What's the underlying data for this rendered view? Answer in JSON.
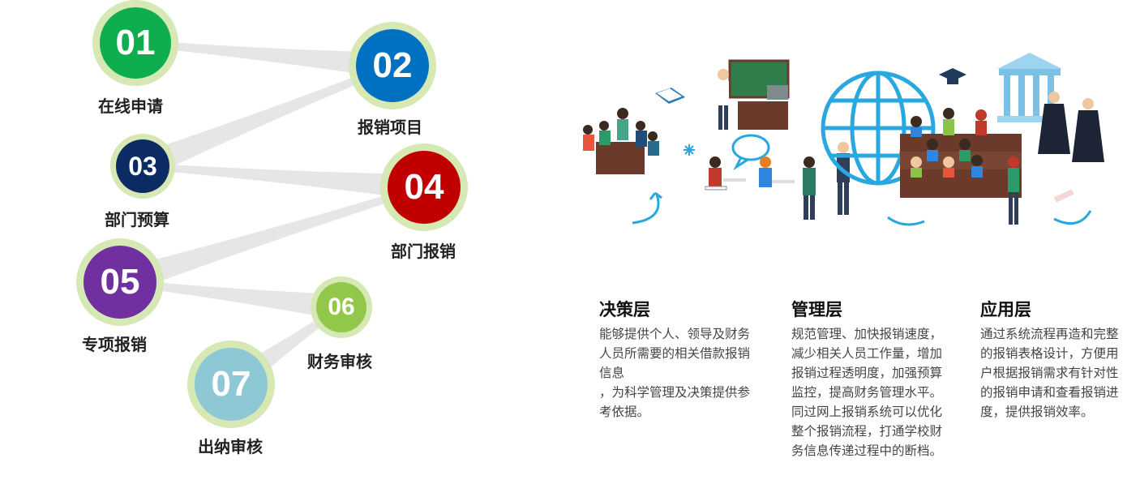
{
  "steps": [
    {
      "number": "01",
      "label": "在线申请",
      "color": "#0eae4e"
    },
    {
      "number": "02",
      "label": "报销项目",
      "color": "#0070c0"
    },
    {
      "number": "03",
      "label": "部门预算",
      "color": "#0c2a64"
    },
    {
      "number": "04",
      "label": "部门报销",
      "color": "#c00000"
    },
    {
      "number": "05",
      "label": "专项报销",
      "color": "#7030a0"
    },
    {
      "number": "06",
      "label": "财务审核",
      "color": "#92c84a"
    },
    {
      "number": "07",
      "label": "出纳审核",
      "color": "#8ec8d4"
    }
  ],
  "ring_color": "#d6e8b4",
  "connector_color": "#e6e6e6",
  "layers": [
    {
      "title": "决策层",
      "body": "能够提供个人、领导及财务人员所需要的相关借款报销信息\n，为科学管理及决策提供参考依据。"
    },
    {
      "title": "管理层",
      "body": "规范管理、加快报销速度，减少相关人员工作量，增加报销过程透明度，加强预算监控，提高财务管理水平。同过网上报销系统可以优化整个报销流程，打通学校财务信息传递过程中的断档。"
    },
    {
      "title": "应用层",
      "body": "通过系统流程再造和完整的报销表格设计，方便用户根据报销需求有针对性的报销申请和查看报销进度，提供报销效率。"
    }
  ],
  "illustration": {
    "icons": [
      "people-meeting-icon",
      "teacher-blackboard-icon",
      "globe-icon",
      "lecture-hall-icon",
      "university-building-icon",
      "graduate-icon",
      "graduation-cap-icon",
      "open-book-icon",
      "speech-bubble-icon",
      "diploma-icon",
      "cycle-arrow-icon"
    ],
    "accent": "#29a8e0"
  }
}
